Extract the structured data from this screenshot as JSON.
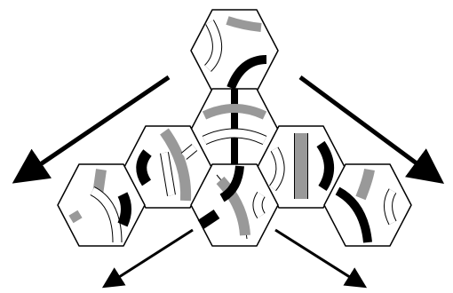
{
  "colors": {
    "background": "#ffffff",
    "outline": "#000000",
    "band_black": "#000000",
    "band_gray": "#999999",
    "band_white": "#ffffff"
  },
  "diagram": {
    "description_labels": [],
    "tiles": [
      {
        "id": "top",
        "bands": [
          "gray",
          "black",
          "white"
        ]
      },
      {
        "id": "middle",
        "bands": [
          "black",
          "gray",
          "white"
        ]
      },
      {
        "id": "left",
        "bands": [
          "gray",
          "black",
          "white"
        ]
      },
      {
        "id": "left-middle",
        "bands": [
          "gray",
          "white",
          "black"
        ]
      },
      {
        "id": "center",
        "bands": [
          "black",
          "gray",
          "white"
        ]
      },
      {
        "id": "right-middle",
        "bands": [
          "gray",
          "black",
          "white"
        ]
      },
      {
        "id": "right",
        "bands": [
          "black",
          "gray",
          "white"
        ]
      }
    ],
    "arrows": [
      {
        "id": "upper-left",
        "direction": "down-left"
      },
      {
        "id": "upper-right",
        "direction": "down-right"
      },
      {
        "id": "lower-left",
        "direction": "down-left"
      },
      {
        "id": "lower-right",
        "direction": "down-right"
      }
    ]
  }
}
